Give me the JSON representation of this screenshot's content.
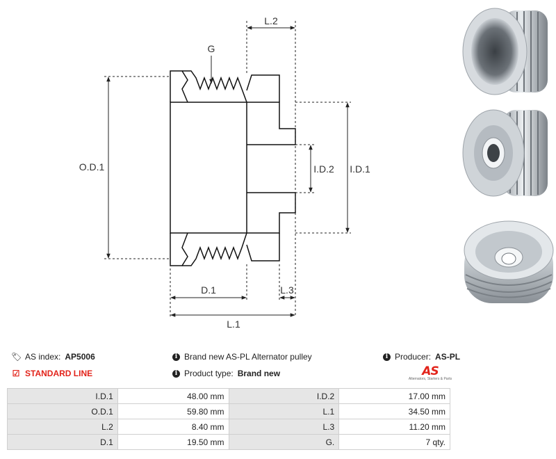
{
  "drawing": {
    "labels": {
      "l2": "L.2",
      "g": "G",
      "od1": "O.D.1",
      "id2": "I.D.2",
      "id1": "I.D.1",
      "d1": "D.1",
      "l3": "L.3",
      "l1": "L.1"
    }
  },
  "photos": [
    "pulley-front-view",
    "pulley-angled-view",
    "pulley-rear-view"
  ],
  "info": {
    "as_index_label": "AS index:",
    "as_index_value": "AP5006",
    "standard_line": "STANDARD LINE",
    "description": "Brand new AS-PL Alternator pulley",
    "product_type_label": "Product type:",
    "product_type_value": "Brand new",
    "producer_label": "Producer:",
    "producer_value": "AS-PL",
    "logo_text": "AS",
    "logo_tagline": "Alternators, Starters & Parts"
  },
  "specs": [
    [
      "I.D.1",
      "48.00 mm",
      "I.D.2",
      "17.00 mm"
    ],
    [
      "O.D.1",
      "59.80 mm",
      "L.1",
      "34.50 mm"
    ],
    [
      "L.2",
      "8.40 mm",
      "L.3",
      "11.20 mm"
    ],
    [
      "D.1",
      "19.50 mm",
      "G.",
      "7 qty."
    ]
  ],
  "colors": {
    "accent": "#e2231a",
    "table_key_bg": "#e6e6e6",
    "table_border": "#cfcfcf"
  }
}
